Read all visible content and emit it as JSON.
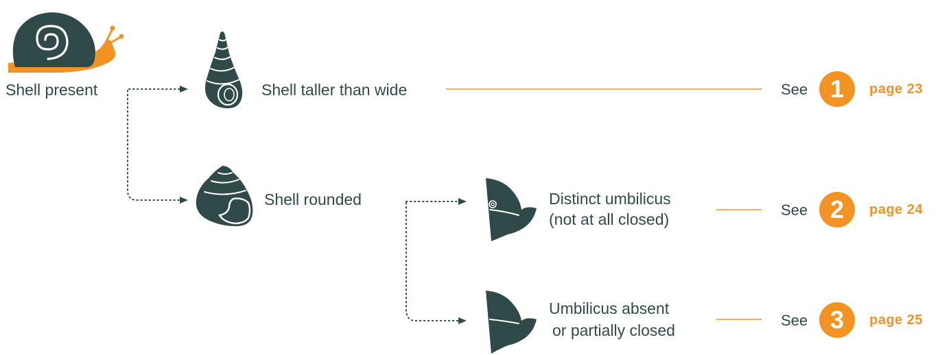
{
  "colors": {
    "shell": "#2f4a48",
    "accent": "#f39323",
    "line": "#f39323",
    "text": "#2f4a48"
  },
  "icons": {
    "snail": "snail-icon",
    "tall_shell": "tall-shell-icon",
    "rounded_shell": "rounded-shell-icon",
    "umbilicus_distinct": "umbilicus-distinct-icon",
    "umbilicus_absent": "umbilicus-absent-icon"
  },
  "nodes": {
    "shell_present": "Shell present",
    "shell_taller": "Shell taller than wide",
    "shell_rounded": "Shell rounded",
    "distinct_umbilicus_line1": "Distinct umbilicus",
    "distinct_umbilicus_line2": "(not at all closed)",
    "umbilicus_absent_line1": "Umbilicus absent",
    "umbilicus_absent_line2": "or partially closed"
  },
  "results": [
    {
      "see": "See",
      "number": "1",
      "page": "page 23"
    },
    {
      "see": "See",
      "number": "2",
      "page": "page 24"
    },
    {
      "see": "See",
      "number": "3",
      "page": "page 25"
    }
  ]
}
